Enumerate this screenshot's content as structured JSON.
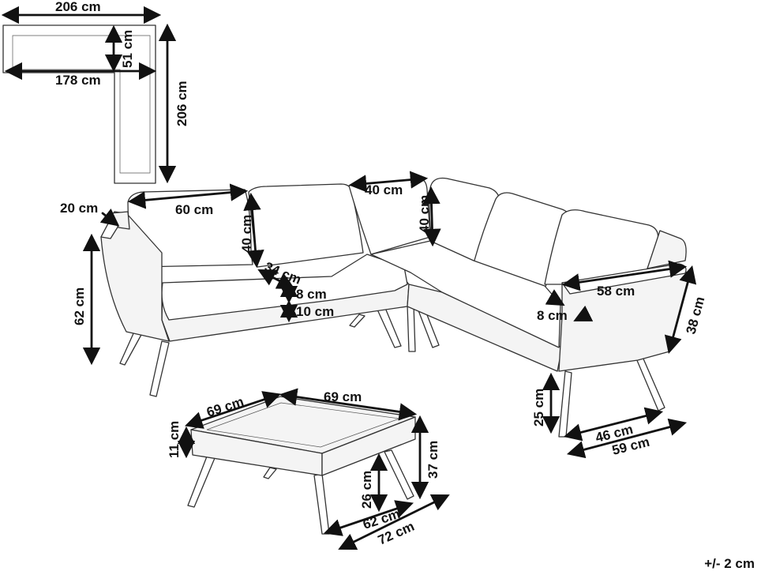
{
  "plan": {
    "top_width": "206 cm",
    "depth": "51 cm",
    "inner_width": "178 cm",
    "side_length": "206 cm"
  },
  "sofa": {
    "armrest": "20 cm",
    "seat_width": "60 cm",
    "back_height": "40 cm",
    "back_width": "40 cm",
    "back_height_2": "40 cm",
    "seat_depth": "34 cm",
    "cushion_thickness": "8 cm",
    "base_thickness": "10 cm",
    "total_height": "62 cm",
    "arm_length": "58 cm",
    "arm_height": "38 cm",
    "arm_width": "8 cm",
    "leg_height": "25 cm",
    "leg_spread": "46 cm",
    "total_depth": "59 cm"
  },
  "table": {
    "top_depth": "69 cm",
    "top_width": "69 cm",
    "top_thickness": "11 cm",
    "height": "37 cm",
    "leg_height": "26 cm",
    "leg_spread": "62 cm",
    "total_width": "72 cm"
  },
  "tolerance": "+/- 2 cm"
}
